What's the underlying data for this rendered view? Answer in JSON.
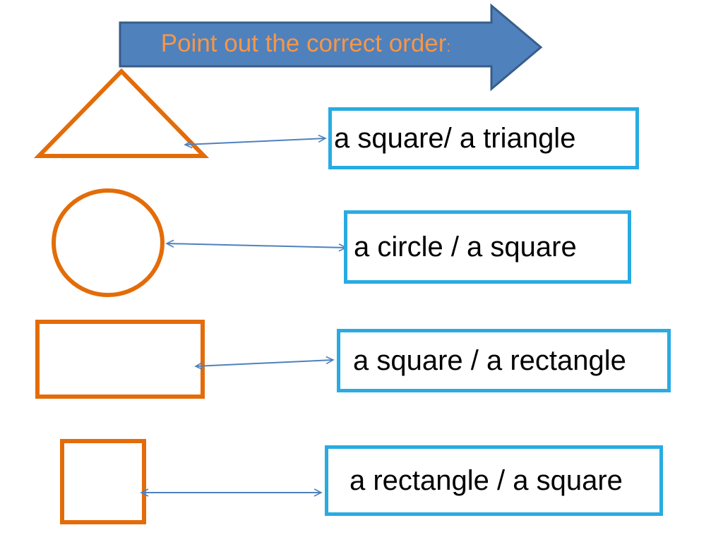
{
  "title": {
    "text": "Point out the correct order",
    "colon": ":"
  },
  "colors": {
    "banner_fill": "#4F81BD",
    "banner_border": "#385D8A",
    "title_text": "#F79646",
    "shape_outline": "#E36C09",
    "textbox_border": "#29ABE2",
    "textbox_text": "#000000",
    "connector": "#4F81BD"
  },
  "rows": [
    {
      "shape": "triangle",
      "label": "a square/ a triangle"
    },
    {
      "shape": "circle",
      "label": "a circle / a square"
    },
    {
      "shape": "rectangle",
      "label": "a square / a rectangle"
    },
    {
      "shape": "square",
      "label": "a rectangle / a square"
    }
  ]
}
